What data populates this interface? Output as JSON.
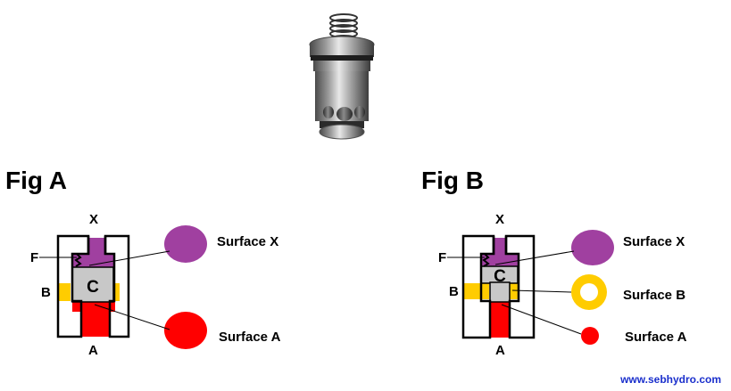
{
  "figures": {
    "a": {
      "title": "Fig A",
      "port_x": "X",
      "port_f": "F",
      "port_b": "B",
      "port_a": "A",
      "core": "C",
      "surface_x": "Surface X",
      "surface_a": "Surface A"
    },
    "b": {
      "title": "Fig B",
      "port_x": "X",
      "port_f": "F",
      "port_b": "B",
      "port_a": "A",
      "core": "C",
      "surface_x": "Surface X",
      "surface_b": "Surface B",
      "surface_a": "Surface A"
    }
  },
  "footer": {
    "website": "www.sebhydro.com"
  },
  "colors": {
    "x_area": "#a040a0",
    "a_area": "#ff0000",
    "b_area": "#ffcc00",
    "core": "#c8c8c8",
    "url": "#1a2fcc"
  },
  "icons": {
    "product": "cartridge-valve-icon"
  }
}
